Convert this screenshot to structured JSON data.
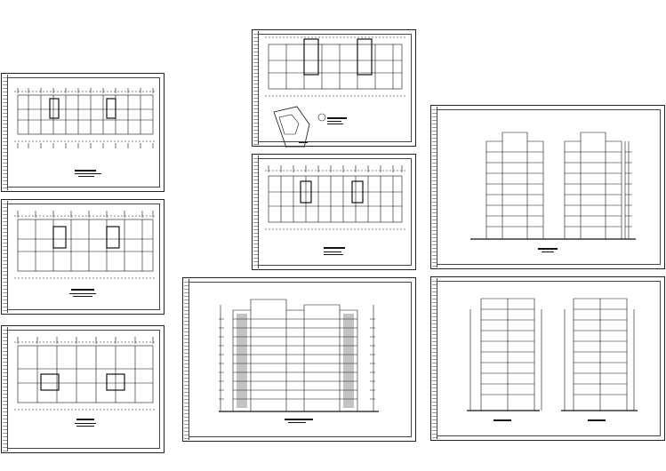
{
  "page": {
    "background": "#ffffff",
    "line_color": "#111111"
  },
  "sheets": [
    {
      "id": "floor-plan-sheet-1",
      "type": "floor-plan"
    },
    {
      "id": "floor-plan-sheet-2",
      "type": "floor-plan"
    },
    {
      "id": "floor-plan-sheet-3",
      "type": "floor-plan"
    },
    {
      "id": "site-and-floor-plan-sheet",
      "type": "floor-plan-with-site-plan"
    },
    {
      "id": "floor-plan-sheet-4",
      "type": "floor-plan"
    },
    {
      "id": "front-elevation-sheet",
      "type": "elevation"
    },
    {
      "id": "side-elevation-sheet",
      "type": "elevation"
    },
    {
      "id": "rear-elevation-sheet",
      "type": "elevation"
    }
  ]
}
